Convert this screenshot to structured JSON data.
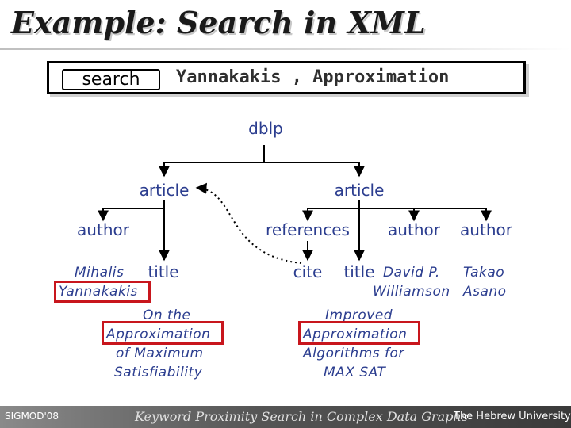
{
  "slide": {
    "title": "Example: Search in XML"
  },
  "search": {
    "button_label": "search",
    "query": "Yannakakis , Approximation"
  },
  "tree": {
    "root": "dblp",
    "article_left": "article",
    "article_right": "article",
    "author_left": "author",
    "references": "references",
    "author_mid": "author",
    "author_right": "author",
    "title_left": "title",
    "cite": "cite",
    "title_right": "title"
  },
  "values": {
    "author_left_first": "Mihalis",
    "author_left_last": "Yannakakis",
    "title_left_lines": [
      "On the",
      "Approximation",
      "of Maximum",
      "Satisfiability"
    ],
    "title_right_lines": [
      "Improved",
      "Approximation",
      "Algorithms for",
      "MAX SAT"
    ],
    "author_mid_lines": [
      "David P.",
      "Williamson"
    ],
    "author_right_lines": [
      "Takao",
      "Asano"
    ]
  },
  "colors": {
    "node_text": "#2b3d8f",
    "highlight": "#c8161d",
    "edge": "#000000"
  },
  "footer": {
    "left": "SIGMOD'08",
    "center": "Keyword Proximity Search in Complex Data Graphs",
    "right": "The Hebrew University"
  }
}
